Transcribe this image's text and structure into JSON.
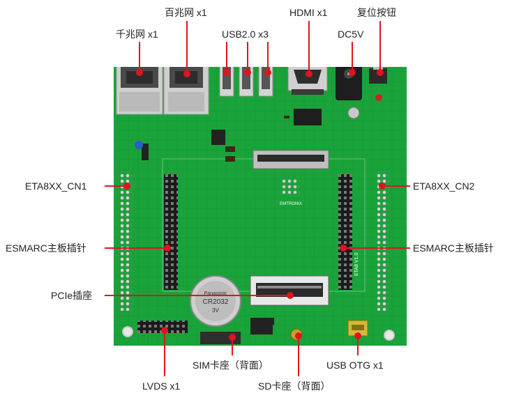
{
  "annotations": {
    "top_gigabit": "千兆网 x1",
    "top_fast": "百兆网 x1",
    "top_usb": "USB2.0 x3",
    "top_hdmi": "HDMI x1",
    "top_dc": "DC5V",
    "top_reset": "复位按钮",
    "left_cn1": "ETA8XX_CN1",
    "left_esmarc": "ESMARC主板插针",
    "left_pcie": "PCIe插座",
    "right_cn2": "ETA8XX_CN2",
    "right_esmarc": "ESMARC主板插针",
    "bottom_lvds": "LVDS x1",
    "bottom_sim": "SIM卡座（背面）",
    "bottom_sd": "SD卡座（背面）",
    "bottom_usbotg": "USB OTG x1"
  },
  "board": {
    "battery_text": "CR2032",
    "battery_brand": "Panasonic",
    "battery_voltage": "3V",
    "logo_text": "EMTRONIX",
    "version_text": "ETA8 V1.0"
  },
  "colors": {
    "pcb": "#1aa33a",
    "pcb_dark": "#0e7a28",
    "leader": "#e0141e",
    "header": "#1b1b1b",
    "silk": "#ffffff"
  }
}
